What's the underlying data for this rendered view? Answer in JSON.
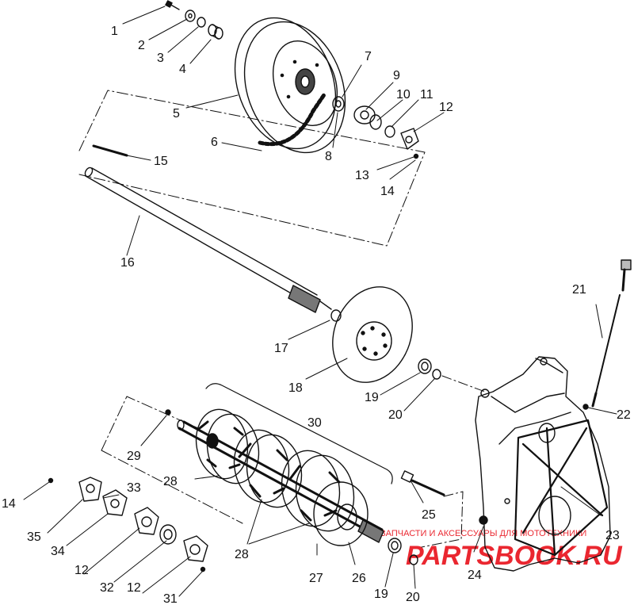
{
  "part_numbers": {
    "n1": "1",
    "n2": "2",
    "n3": "3",
    "n4": "4",
    "n5": "5",
    "n6": "6",
    "n7": "7",
    "n8": "8",
    "n9": "9",
    "n10": "10",
    "n11": "11",
    "n12a": "12",
    "n13": "13",
    "n14a": "14",
    "n15": "15",
    "n16": "16",
    "n17": "17",
    "n18": "18",
    "n19a": "19",
    "n20a": "20",
    "n21": "21",
    "n22": "22",
    "n23": "23",
    "n24": "24",
    "n25": "25",
    "n26": "26",
    "n27": "27",
    "n28a": "28",
    "n28b": "28",
    "n29": "29",
    "n30": "30",
    "n31": "31",
    "n32": "32",
    "n12b": "12",
    "n12c": "12",
    "n33": "33",
    "n34": "34",
    "n35": "35",
    "n14b": "14",
    "n19b": "19",
    "n20b": "20"
  },
  "watermark": {
    "tagline": "ЗАПЧАСТИ И АКСЕССУАРЫ ДЛЯ МОТОТЕХНИКИ",
    "logo": "PARTSBOOK.RU"
  },
  "colors": {
    "line": "#111111",
    "watermark": "#e8101a"
  }
}
